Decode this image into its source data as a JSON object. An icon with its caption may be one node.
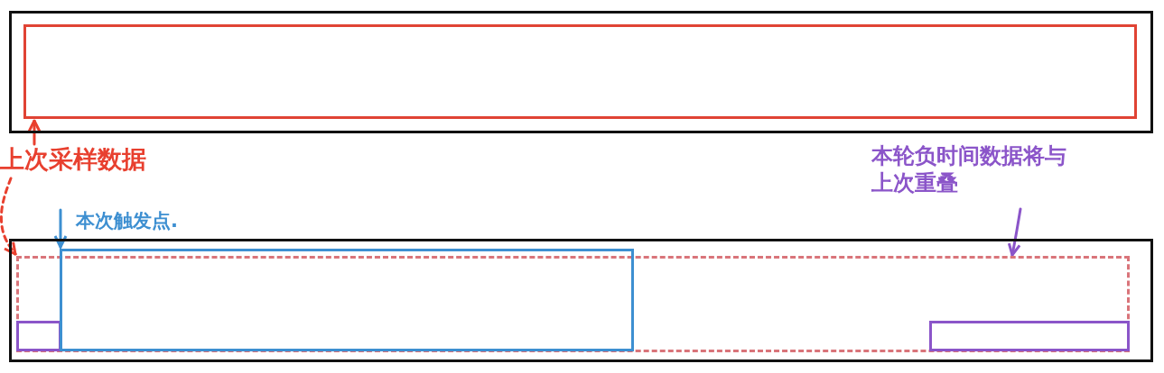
{
  "diagram": {
    "nodes": [
      {
        "text": [],
        "shape": "box"
      },
      {
        "text": [],
        "shape": "box",
        "in": 0
      },
      {
        "text": [
          "上次采样数据"
        ]
      },
      {
        "text": [],
        "shape": "box"
      },
      {
        "text": [],
        "shape": "box",
        "in": 3
      },
      {
        "text": [],
        "shape": "box",
        "in": 3
      },
      {
        "text": [],
        "shape": "box",
        "in": 4
      },
      {
        "text": [],
        "shape": "box",
        "in": 4
      },
      {
        "text": [
          "本次触发点."
        ]
      },
      {
        "text": [
          "本轮负时间数据将与上次重叠"
        ]
      }
    ],
    "edges": [
      {
        "from": 2,
        "to": 1,
        "arrow": "to",
        "color": "#e8402f"
      },
      {
        "from": 2,
        "to": 4,
        "arrow": "to",
        "style": "dashed",
        "color": "#e8402f"
      },
      {
        "from": 8,
        "to": 5,
        "arrow": "to",
        "color": "#3d8fd1"
      },
      {
        "from": 9,
        "to": 4,
        "arrow": "to",
        "color": "#8b55c9"
      }
    ]
  }
}
